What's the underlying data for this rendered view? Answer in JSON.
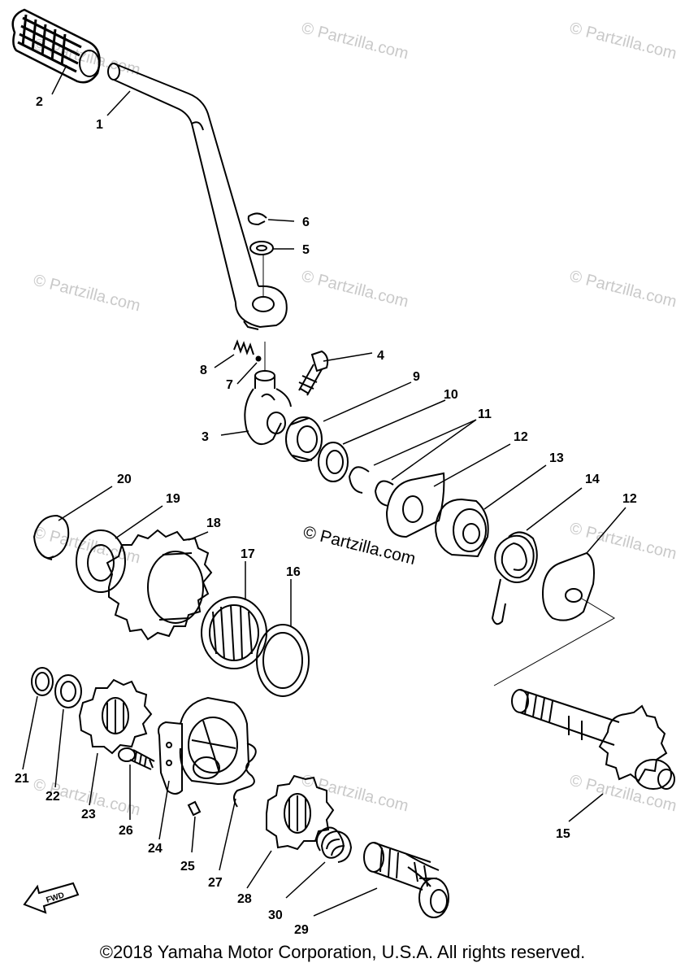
{
  "watermark": "© Partzilla.com",
  "watermark_center": "© Partzilla.com",
  "fwd_label": "FWD",
  "copyright": "©2018 Yamaha Motor Corporation, U.S.A. All rights reserved.",
  "callouts": [
    "1",
    "2",
    "3",
    "4",
    "5",
    "6",
    "7",
    "8",
    "9",
    "10",
    "11",
    "12",
    "13",
    "14",
    "15",
    "16",
    "17",
    "18",
    "19",
    "20",
    "21",
    "22",
    "23",
    "24",
    "25",
    "26",
    "27",
    "28",
    "29",
    "30"
  ]
}
